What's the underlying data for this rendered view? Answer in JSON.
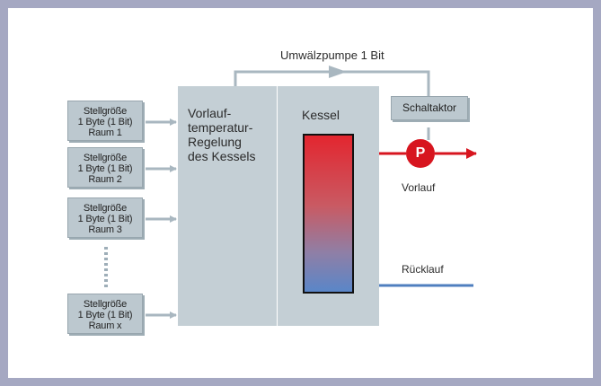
{
  "pump_label": "Umwälzpumpe 1 Bit",
  "inputs": [
    {
      "line1": "Stellgröße",
      "line2": "1 Byte (1 Bit)",
      "line3": "Raum 1"
    },
    {
      "line1": "Stellgröße",
      "line2": "1 Byte (1 Bit)",
      "line3": "Raum 2"
    },
    {
      "line1": "Stellgröße",
      "line2": "1 Byte (1 Bit)",
      "line3": "Raum 3"
    },
    {
      "line1": "Stellgröße",
      "line2": "1 Byte (1 Bit)",
      "line3": "Raum x"
    }
  ],
  "controller": {
    "line1": "Vorlauf-",
    "line2": "temperatur-",
    "line3": "Regelung",
    "line4": "des Kessels"
  },
  "boiler_label": "Kessel",
  "switch_actuator": "Schaltaktor",
  "pump_symbol": "P",
  "supply_label": "Vorlauf",
  "return_label": "Rücklauf",
  "colors": {
    "frame": "#a5a8c2",
    "block": "#c4cfd5",
    "input_box": "#bcc8cf",
    "arrow_gray": "#a9b7c0",
    "supply_red": "#d7151f",
    "return_blue": "#4f7fbf"
  }
}
